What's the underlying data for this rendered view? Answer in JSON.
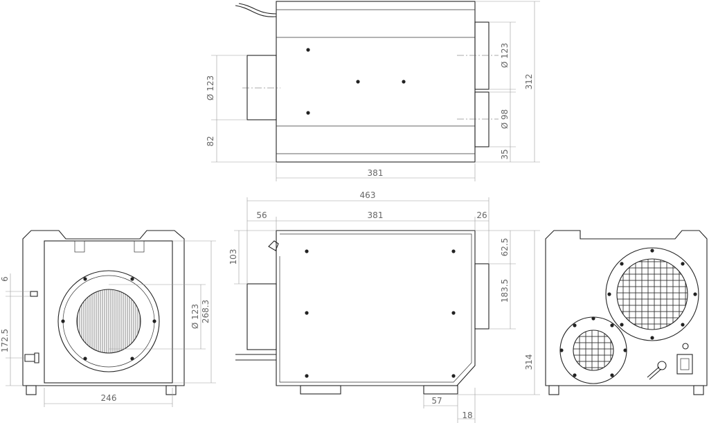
{
  "top_view": {
    "duct_left_diameter": "Ø 123",
    "height_82": "82",
    "width_381": "381",
    "duct_right_upper_diameter": "Ø 123",
    "duct_right_lower_diameter": "Ø 98",
    "offset_35": "35",
    "depth_312": "312"
  },
  "front_view": {
    "offset_6": "6",
    "drain_height": "172.5",
    "duct_diameter": "Ø 123",
    "panel_height": "268.3",
    "panel_width": "246"
  },
  "side_view": {
    "overall_length": "463",
    "left_duct_56": "56",
    "body_381": "381",
    "right_duct_26": "26",
    "height_103": "103",
    "height_62_5": "62.5",
    "height_183_5": "183.5",
    "total_height": "314",
    "foot_57": "57",
    "foot_18": "18"
  },
  "colors": {
    "line": "#222222",
    "dimension": "#9a9a9a",
    "text": "#666666"
  }
}
